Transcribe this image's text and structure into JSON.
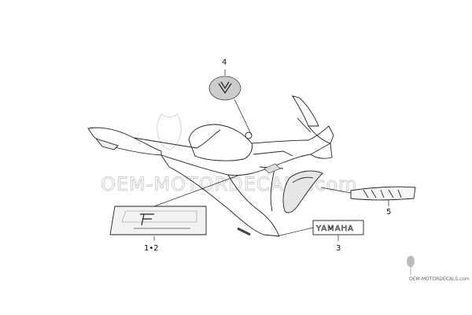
{
  "diagram": {
    "callouts": [
      {
        "id": "4",
        "label": "4"
      },
      {
        "id": "5",
        "label": "5"
      },
      {
        "id": "3",
        "label": "3"
      },
      {
        "id": "12",
        "label": "1•2"
      }
    ],
    "decals": {
      "yamaha_word": "YAMAHA"
    },
    "watermark": {
      "large": "OEM-MOTORDECALS.com",
      "small": "OEM-MOTORDECALS.com"
    },
    "colors": {
      "line": "#222222",
      "watermark": "#cfcfcf"
    }
  }
}
